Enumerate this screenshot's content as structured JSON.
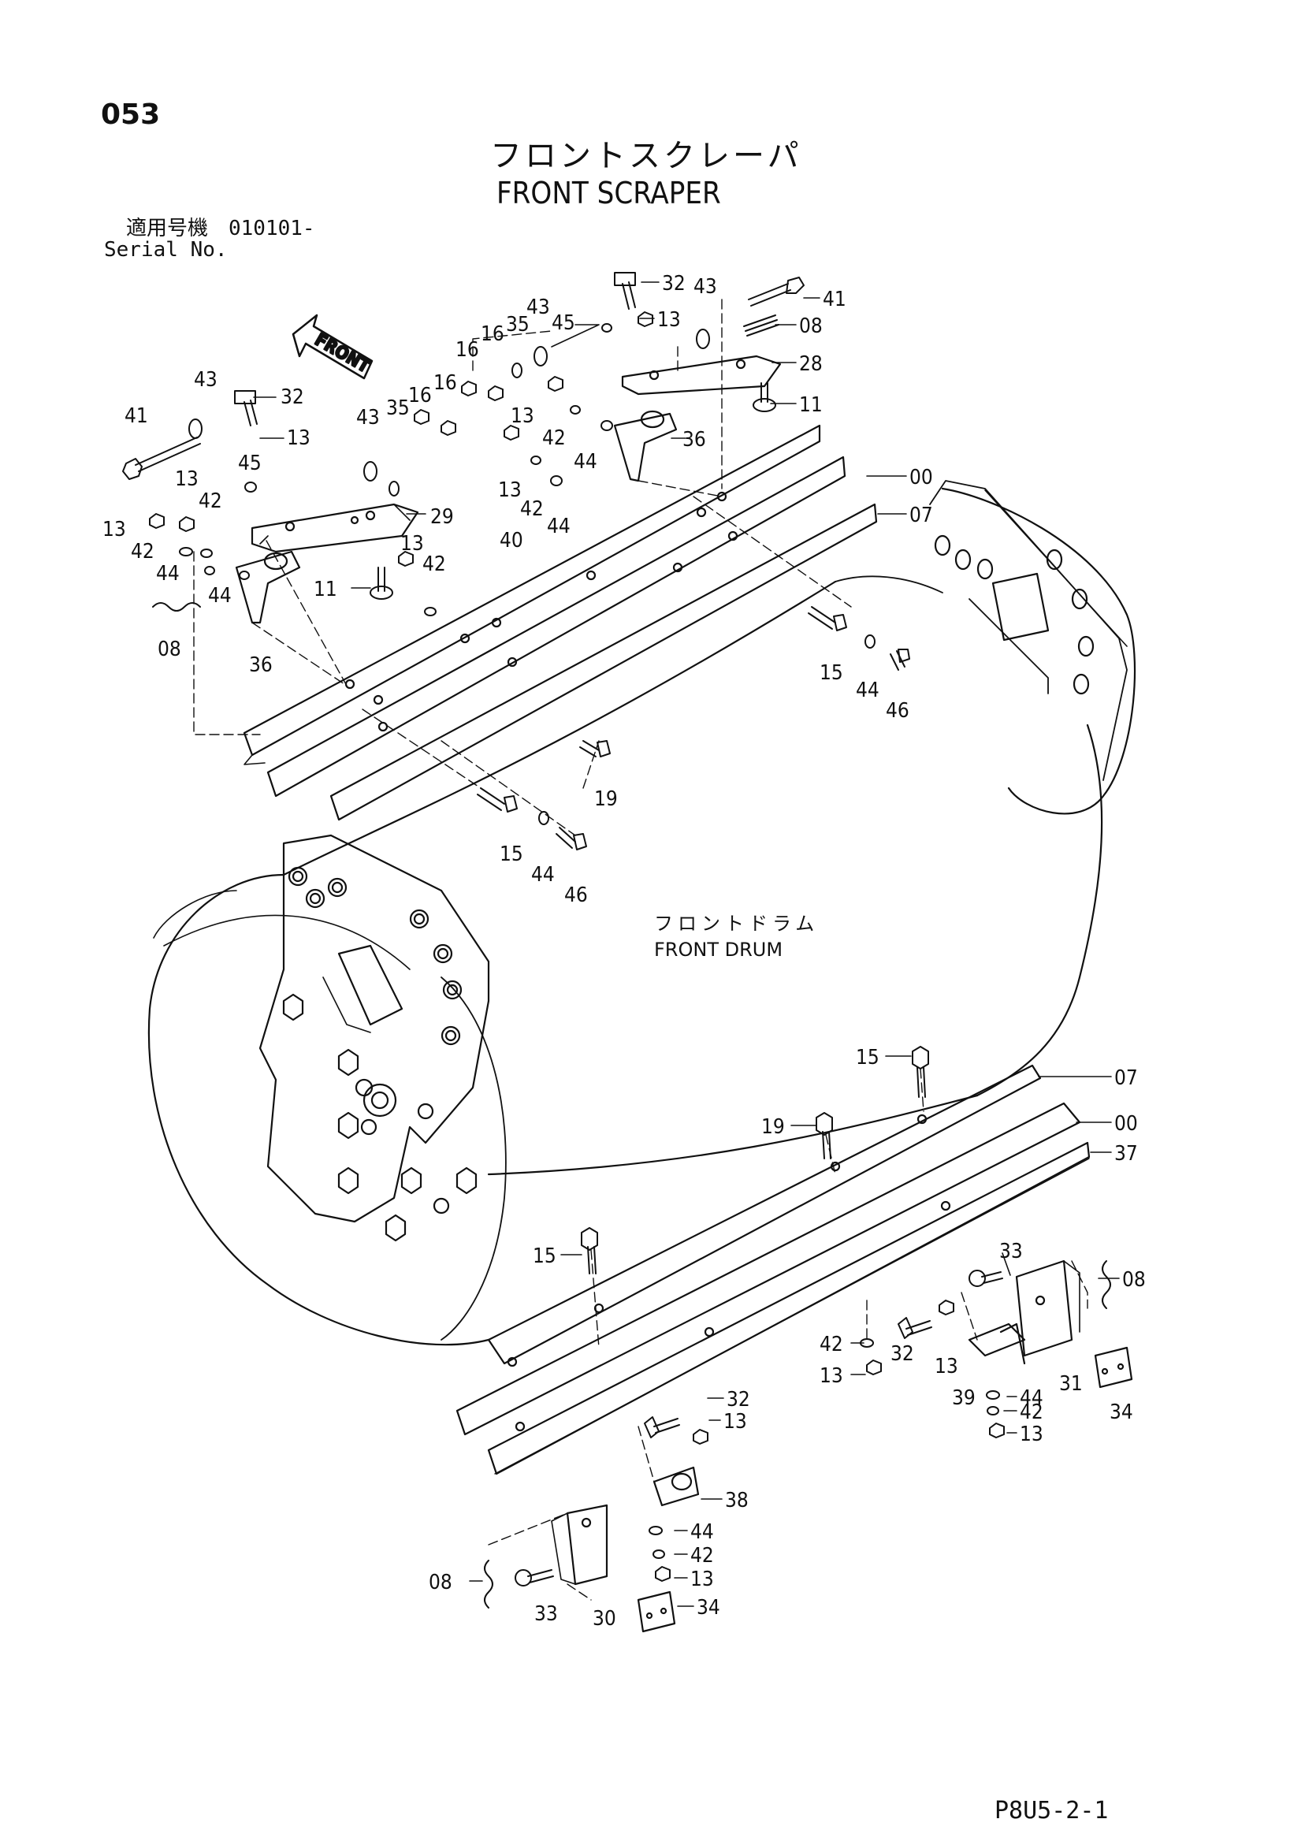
{
  "page_number": "053",
  "title_jp": "フロントスクレーパ",
  "title_en": "FRONT SCRAPER",
  "serial_jp": "適用号機",
  "serial_value": "010101-",
  "serial_en": "Serial No.",
  "direction_arrow": "FRONT",
  "drum_label_jp": "フロントドラム",
  "drum_label_en": "FRONT DRUM",
  "footer_code": "P8U5-2-1",
  "callouts": [
    "32",
    "43",
    "41",
    "13",
    "08",
    "45",
    "42",
    "44",
    "28",
    "11",
    "36",
    "35",
    "16",
    "00",
    "07",
    "29",
    "40",
    "15",
    "46",
    "19",
    "37",
    "33",
    "39",
    "31",
    "34",
    "38",
    "30"
  ]
}
